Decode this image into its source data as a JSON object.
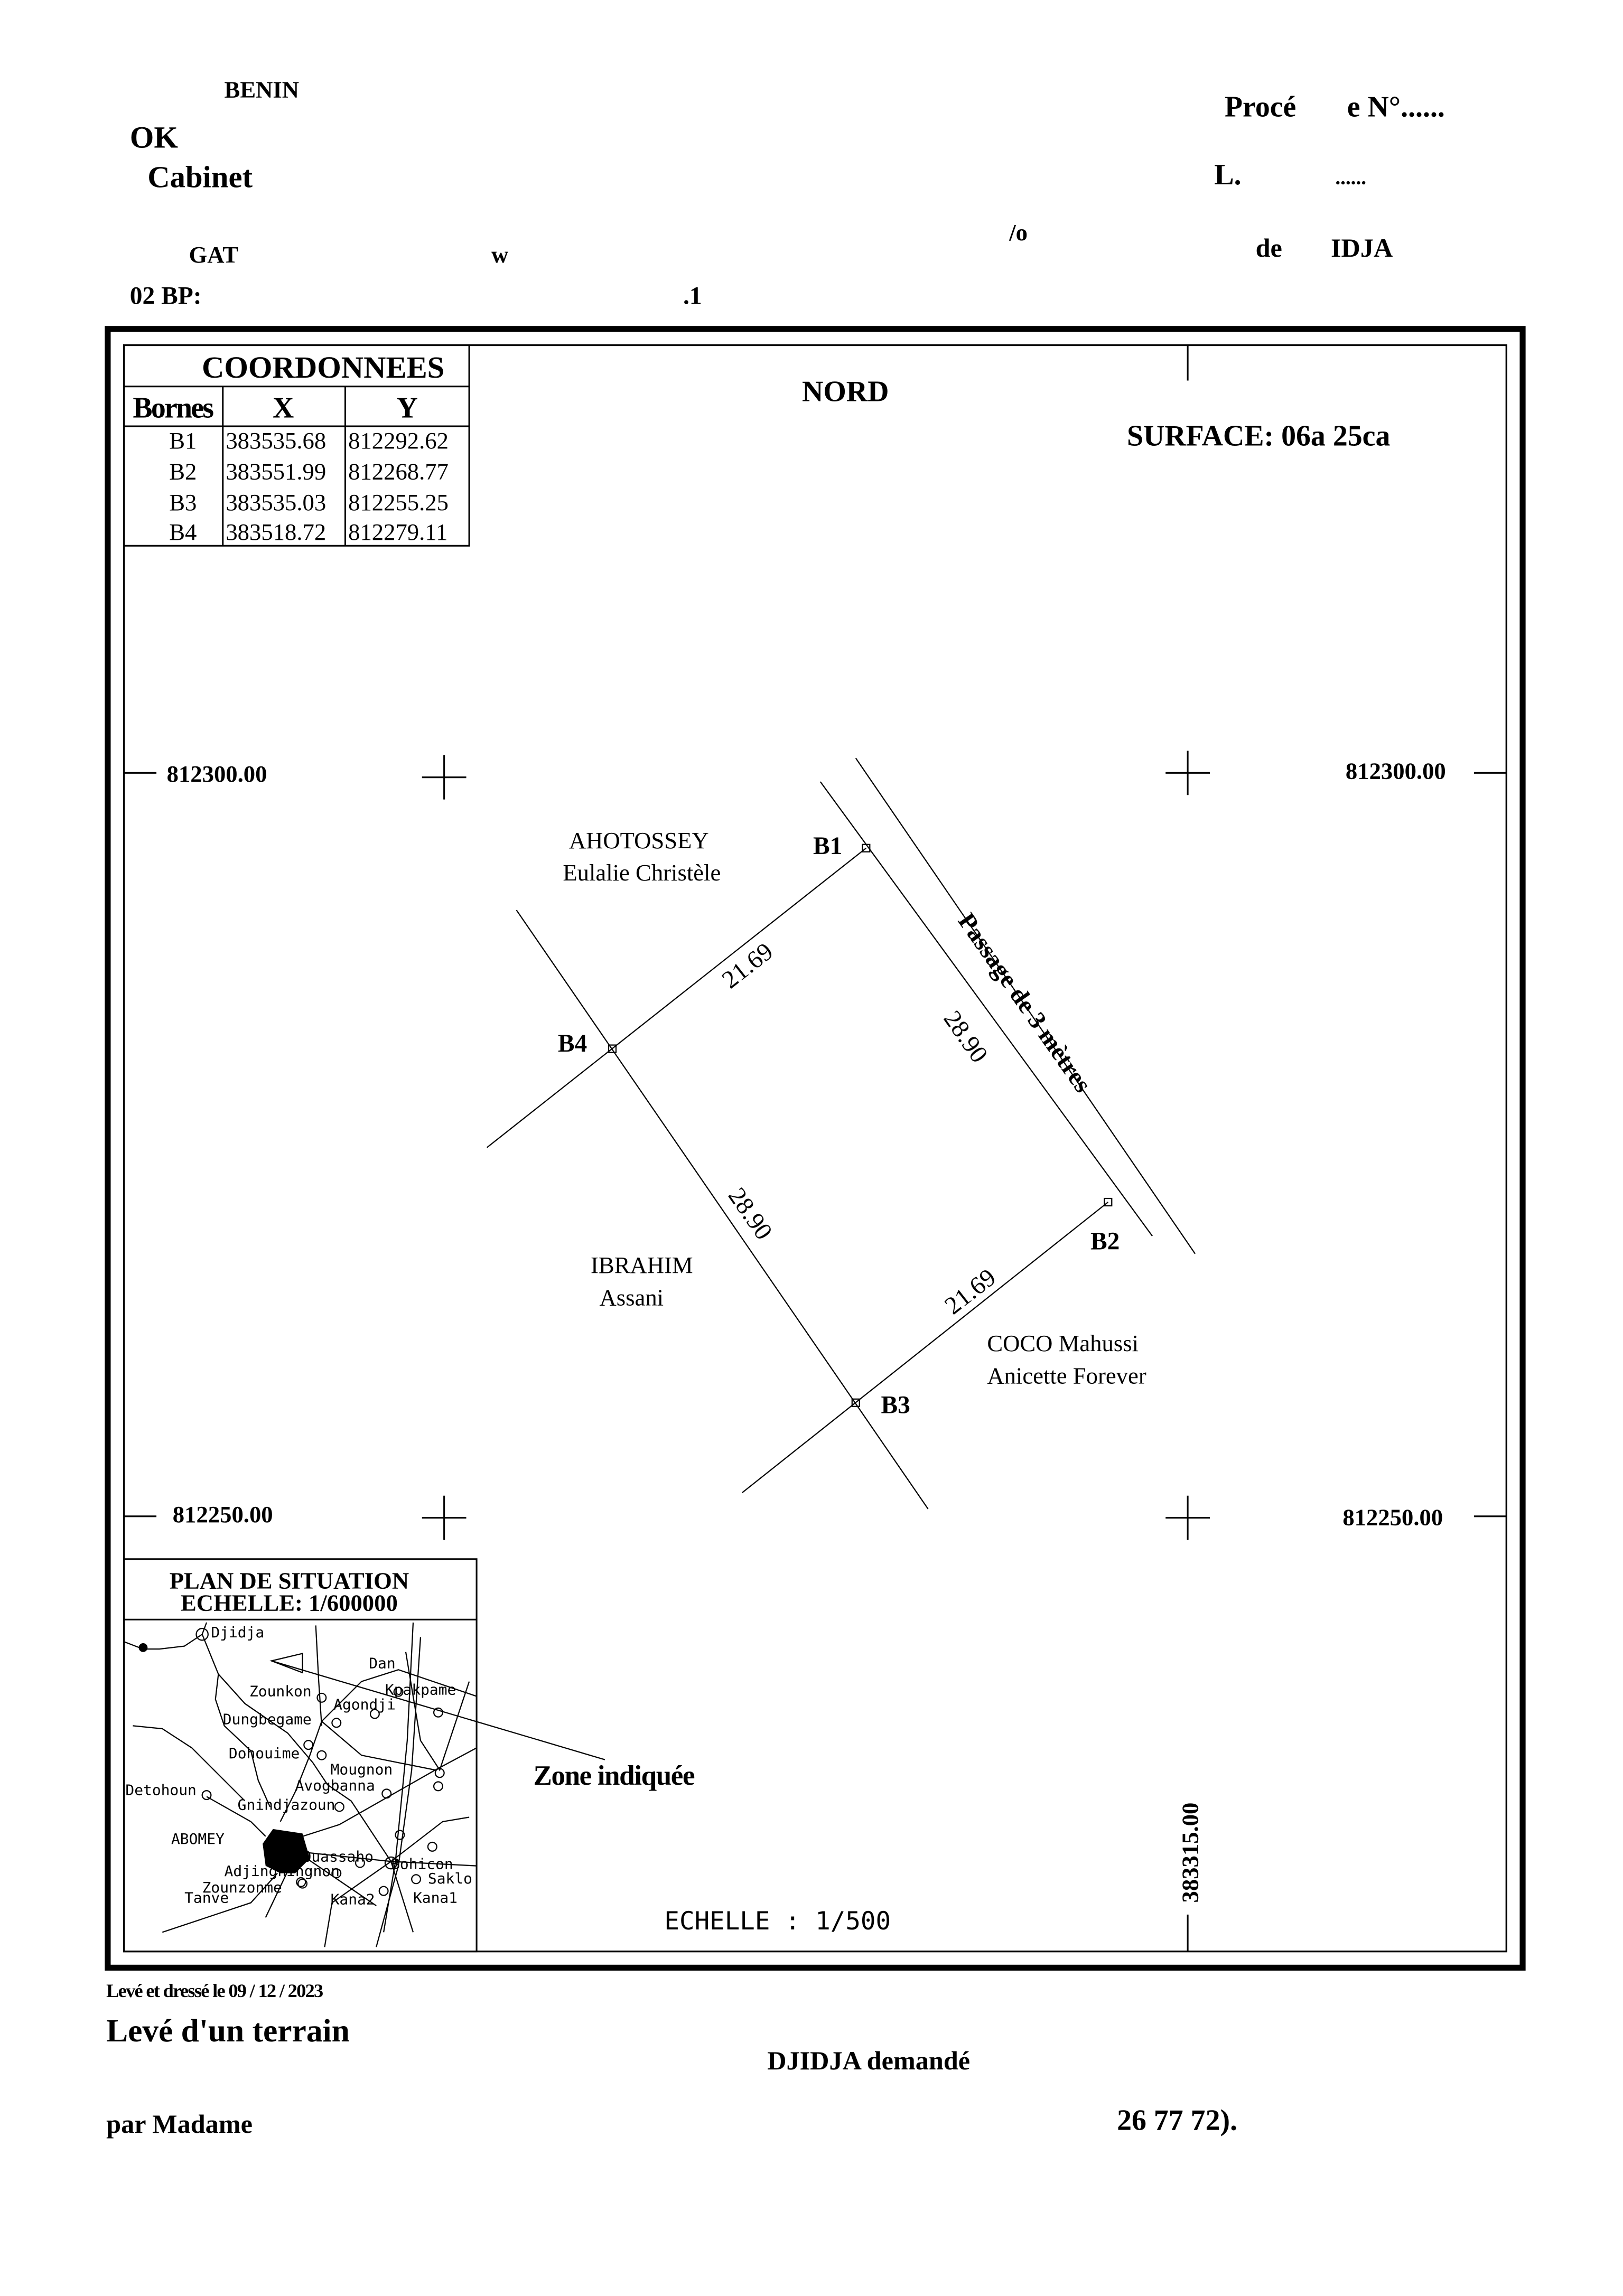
{
  "header": {
    "left_top": "BENIN",
    "left_org": "OK",
    "left_cabinet": "Cabinet",
    "left_addr_start": "GAT",
    "left_addr_mid": "w",
    "left_bp": "02 BP:",
    "left_bp_end": ".1",
    "right_proc": "Procé",
    "right_proc_no": "e N°......",
    "right_l": "L.",
    "right_l_end": "......",
    "right_mid": "/o",
    "right_de": "de",
    "right_place": "IDJA"
  },
  "coordinates_table": {
    "title": "COORDONNEES",
    "headers": [
      "Bornes",
      "X",
      "Y"
    ],
    "rows": [
      {
        "borne": "B1",
        "x": "383535.68",
        "y": "812292.62"
      },
      {
        "borne": "B2",
        "x": "383551.99",
        "y": "812268.77"
      },
      {
        "borne": "B3",
        "x": "383535.03",
        "y": "812255.25"
      },
      {
        "borne": "B4",
        "x": "383518.72",
        "y": "812279.11"
      }
    ]
  },
  "plan": {
    "north": "NORD",
    "surface": "SURFACE: 06a  25ca",
    "grid_y_top_left": "812300.00",
    "grid_y_top_right": "812300.00",
    "grid_y_bottom_left": "812250.00",
    "grid_y_bottom_right": "812250.00",
    "grid_x": "383315.00",
    "scale": "ECHELLE  :  1/500",
    "bornes": [
      "B1",
      "B2",
      "B3",
      "B4"
    ],
    "dimensions": {
      "b4_b1": "21.69",
      "b1_b2": "28.90",
      "b4_b3": "28.90",
      "b3_b2": "21.69"
    },
    "passage": "Passage de 3 mètres",
    "neighbours": {
      "north_line1": "AHOTOSSEY",
      "north_line2": "Eulalie Christèle",
      "west_line1": "IBRAHIM",
      "west_line2": "Assani",
      "south_line1": "COCO Mahussi",
      "south_line2": "Anicette Forever"
    }
  },
  "situation": {
    "title": "PLAN DE SITUATION",
    "scale": "ECHELLE: 1/600000",
    "zone_label": "Zone indiquée",
    "places": [
      "Djidja",
      "Dan",
      "Zounkon",
      "Kpakpame",
      "Agondji",
      "Dungbegame",
      "Dohouime",
      "Mougnon",
      "Avogbanna",
      "Detohoun",
      "Gnindjazoun",
      "ABOMEY",
      "Ouassaho",
      "Bohicon",
      "Adjingningnon",
      "Saklo",
      "Zounzonme",
      "Tanve",
      "Kana2",
      "Kana1"
    ]
  },
  "footer": {
    "date_line": "Levé et dressé  le 09 / 12 / 2023",
    "desc_start": "Levé d'un terrain",
    "desc_mid": "DJIDJA  demandé",
    "desc_by": "par Madame",
    "desc_phone": "26 77 72)."
  }
}
